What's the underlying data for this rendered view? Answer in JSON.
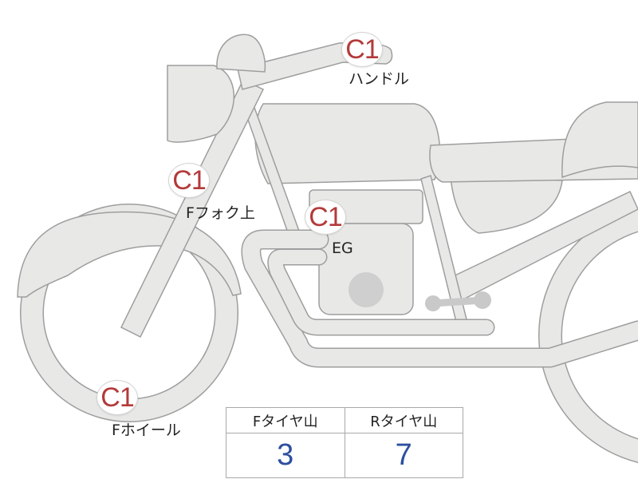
{
  "markers": [
    {
      "id": "handle",
      "code": "C1",
      "label": "ハンドル"
    },
    {
      "id": "fork",
      "code": "C1",
      "label": "Fフォク上"
    },
    {
      "id": "engine",
      "code": "C1",
      "label": "EG"
    },
    {
      "id": "wheel",
      "code": "C1",
      "label": "Fホイール"
    }
  ],
  "tire_table": {
    "headers": [
      "Fタイヤ山",
      "Rタイヤ山"
    ],
    "values": [
      "3",
      "7"
    ]
  },
  "colors": {
    "body_fill": "#e8e8e6",
    "outline": "#9e9e9e",
    "marker_text": "#b33a3a",
    "value_text": "#2d4f9e"
  }
}
